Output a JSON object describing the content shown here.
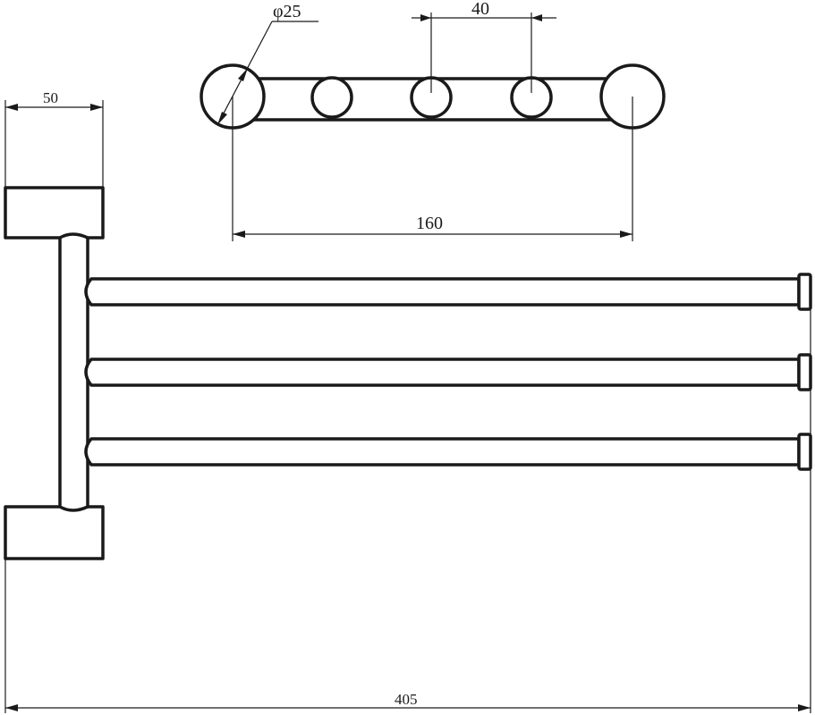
{
  "dimensions": {
    "diameter": "φ25",
    "spacing": "40",
    "length_top": "160",
    "width_left": "50",
    "total_length": "405"
  },
  "colors": {
    "stroke": "#1a1a1a",
    "background": "#ffffff"
  }
}
